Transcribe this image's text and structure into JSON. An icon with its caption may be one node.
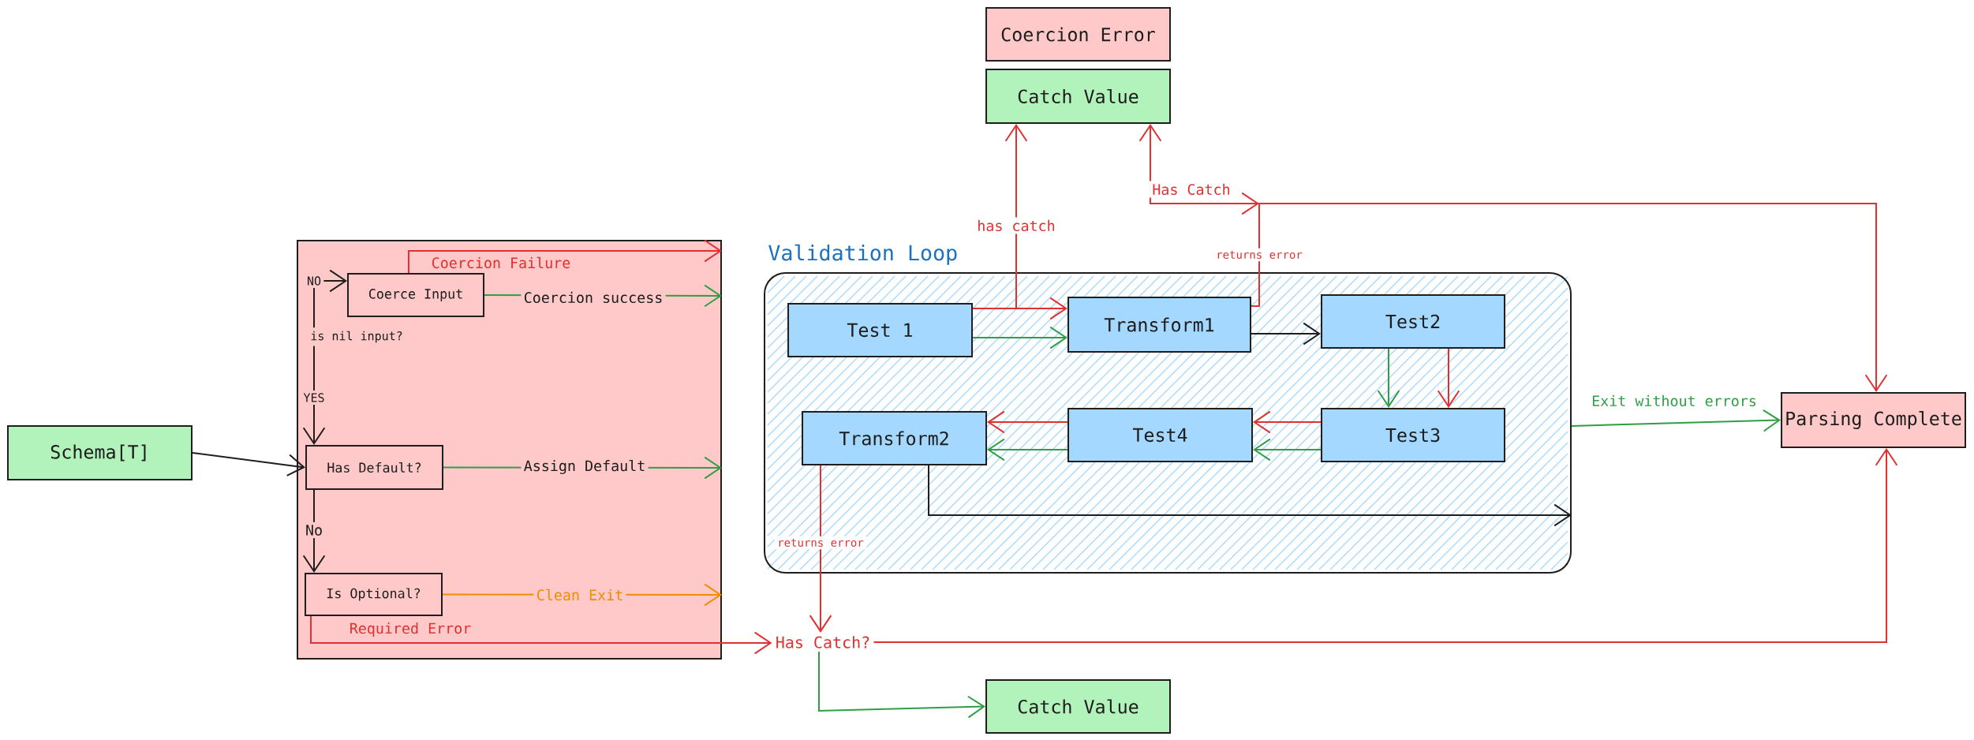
{
  "diagram": {
    "nodes": [
      {
        "text": [
          "Coercion Error"
        ]
      },
      {
        "text": [
          "Catch Value"
        ]
      },
      {
        "text": [
          "Schema[T]"
        ]
      },
      {
        "text": [],
        "shape": "box"
      },
      {
        "text": [
          "Coerce Input"
        ],
        "in": 3
      },
      {
        "text": [
          "is nil input?"
        ],
        "in": 3
      },
      {
        "text": [
          "Has Default?"
        ],
        "in": 3
      },
      {
        "text": [
          "Is Optional?"
        ],
        "in": 3
      },
      {
        "text": [
          "Validation Loop"
        ]
      },
      {
        "text": [
          "Test 1"
        ],
        "in": 8
      },
      {
        "text": [
          "Transform1"
        ],
        "in": 8
      },
      {
        "text": [
          "Test2"
        ],
        "in": 8
      },
      {
        "text": [
          "Transform2"
        ],
        "in": 8
      },
      {
        "text": [
          "Test4"
        ],
        "in": 8
      },
      {
        "text": [
          "Test3"
        ],
        "in": 8
      },
      {
        "text": [
          "Has Catch?"
        ]
      },
      {
        "text": [
          "Catch Value"
        ]
      },
      {
        "text": [
          "Parsing Complete"
        ]
      }
    ],
    "edges": [
      {
        "from": 5,
        "to": 4,
        "arrow": "to",
        "label": "NO",
        "color": "#1e1e1e"
      },
      {
        "from": 5,
        "to": 6,
        "arrow": "to",
        "label": "YES",
        "color": "#1e1e1e"
      },
      {
        "from": 2,
        "to": 6,
        "arrow": "to",
        "color": "#1e1e1e"
      },
      {
        "from": 6,
        "to": 7,
        "arrow": "to",
        "label": "No",
        "color": "#1e1e1e"
      },
      {
        "from": 4,
        "to": 3,
        "arrow": "to",
        "label": "Coercion Failure",
        "color": "#e03131"
      },
      {
        "from": 4,
        "to": 3,
        "arrow": "to",
        "label": "Coercion success",
        "color": "#2f9e44"
      },
      {
        "from": 6,
        "to": 3,
        "arrow": "to",
        "label": "Assign Default",
        "color": "#2f9e44"
      },
      {
        "from": 7,
        "to": 3,
        "arrow": "to",
        "label": "Clean Exit",
        "color": "#f08c00"
      },
      {
        "from": 7,
        "to": 15,
        "arrow": "to",
        "label": "Required Error",
        "color": "#e03131"
      },
      {
        "from": 9,
        "to": 10,
        "arrow": "to",
        "color": "#e03131"
      },
      {
        "from": 9,
        "to": 10,
        "arrow": "to",
        "color": "#2f9e44"
      },
      {
        "from": 9,
        "to": 1,
        "arrow": "to",
        "label": "has catch",
        "color": "#e03131"
      },
      {
        "from": 10,
        "to": 11,
        "arrow": "to",
        "color": "#1e1e1e"
      },
      {
        "from": 10,
        "to": 1,
        "arrow": "to",
        "label": "Has Catch",
        "color": "#e03131"
      },
      {
        "from": 10,
        "to": 17,
        "arrow": "to",
        "label": "returns error",
        "color": "#e03131"
      },
      {
        "from": 11,
        "to": 14,
        "arrow": "to",
        "color": "#2f9e44"
      },
      {
        "from": 11,
        "to": 14,
        "arrow": "to",
        "color": "#e03131"
      },
      {
        "from": 14,
        "to": 13,
        "arrow": "to",
        "color": "#e03131"
      },
      {
        "from": 14,
        "to": 13,
        "arrow": "to",
        "color": "#2f9e44"
      },
      {
        "from": 13,
        "to": 12,
        "arrow": "to",
        "color": "#e03131"
      },
      {
        "from": 13,
        "to": 12,
        "arrow": "to",
        "color": "#2f9e44"
      },
      {
        "from": 12,
        "to": 8,
        "arrow": "to",
        "color": "#1e1e1e"
      },
      {
        "from": 12,
        "to": 15,
        "arrow": "to",
        "label": "returns error",
        "color": "#e03131"
      },
      {
        "from": 8,
        "to": 17,
        "arrow": "to",
        "label": "Exit without errors",
        "color": "#2f9e44"
      },
      {
        "from": 15,
        "to": 16,
        "arrow": "to",
        "color": "#2f9e44"
      },
      {
        "from": 15,
        "to": 17,
        "arrow": "to",
        "color": "#e03131"
      }
    ]
  }
}
